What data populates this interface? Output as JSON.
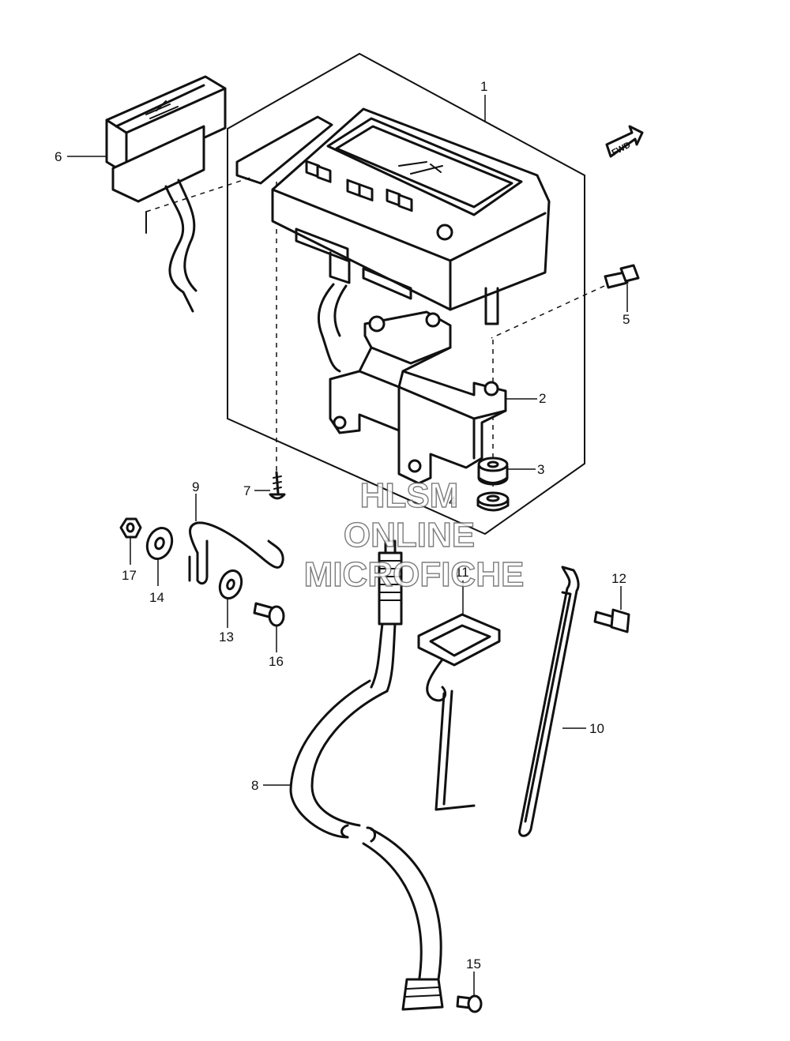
{
  "diagram": {
    "callouts": {
      "c1": "1",
      "c2": "2",
      "c3": "3",
      "c4": "4",
      "c5": "5",
      "c6": "6",
      "c7": "7",
      "c8": "8",
      "c9": "9",
      "c10": "10",
      "c11": "11",
      "c12": "12",
      "c13": "13",
      "c14": "14",
      "c15": "15",
      "c16": "16",
      "c17": "17"
    },
    "direction_badge": "FWD",
    "watermark": {
      "line1": "HLSM",
      "line2": "ONLINE",
      "line3": "MICROFICHE"
    }
  }
}
